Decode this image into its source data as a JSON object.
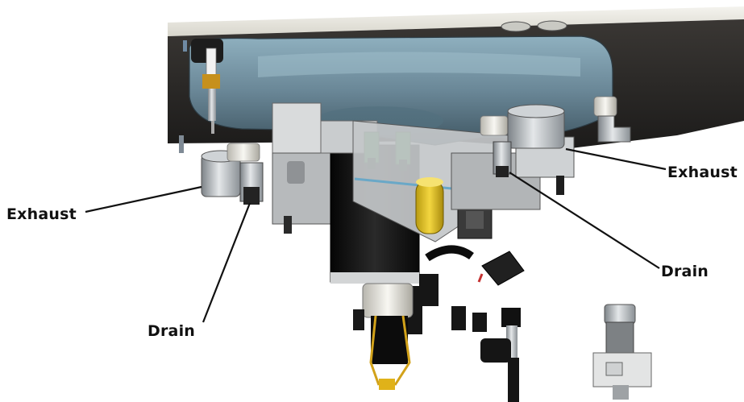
{
  "labels": {
    "exhaust_left": "Exhaust",
    "exhaust_right": "Exhaust",
    "drain_left": "Drain",
    "drain_right": "Drain"
  },
  "colors": {
    "plate": "#ecebe3",
    "dark_housing": "#2a2826",
    "blue_manifold": "#6c8a9a",
    "steel": "#b9bec2",
    "green_connector": "#2d9a45",
    "yellow_component": "#e4c323",
    "black_block": "#141414"
  }
}
